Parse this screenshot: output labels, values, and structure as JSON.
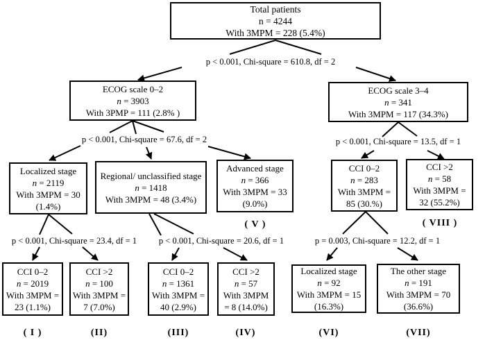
{
  "figure": {
    "type": "flowchart",
    "description": "Patient stratification decision tree with chi-square splits"
  },
  "symbols": {
    "n": "n"
  },
  "boxes": {
    "total": {
      "title": "Total patients",
      "n_line": "n = 4244",
      "with_text": "With 3MPM = 228 (5.4%)"
    },
    "ecog02": {
      "title": "ECOG scale 0–2",
      "n_value": "= 3903",
      "with_text": "With 3PMP = 111 (2.8% )"
    },
    "ecog34": {
      "title": "ECOG scale 3–4",
      "n_value": "= 341",
      "with_text": "With 3MPM = 117 (34.3%)"
    },
    "localized": {
      "title": "Localized stage",
      "n_value": "= 2119",
      "with_text": "With 3MPM = 30 (1.4%)"
    },
    "regional": {
      "title": "Regional/ unclassified stage",
      "n_value": "= 1418",
      "with_text": "With 3MPM = 48 (3.4%)"
    },
    "advanced": {
      "title": "Advanced stage",
      "n_value": "= 366",
      "with_text": "With 3MPM = 33 (9.0%)",
      "label": "( V )"
    },
    "cci02_right": {
      "title": "CCI 0–2",
      "n_value": "= 283",
      "with_text": "With 3MPM = 85 (30.%)"
    },
    "cci2_right": {
      "title": "CCI >2",
      "n_value": "= 58",
      "with_text": "With 3MPM = 32 (55.2%)",
      "label": "( VIII )"
    },
    "group1": {
      "title": "CCI 0–2",
      "n_value": "= 2019",
      "with_text": "With 3MPM = 23 (1.1%)",
      "label": "( I )"
    },
    "group2": {
      "title": "CCI >2",
      "n_value": "= 100",
      "with_text": "With 3MPM = 7 (7.0%)",
      "label": "(II)"
    },
    "group3": {
      "title": "CCI 0–2",
      "n_value": "= 1361",
      "with_text": "With 3MPM = 40 (2.9%)",
      "label": "(III)"
    },
    "group4": {
      "title": "CCI >2",
      "n_value": "= 57",
      "with_text": "With 3MPM = 8 (14.0%)",
      "label": "(IV)"
    },
    "group6": {
      "title": "Localized stage",
      "n_value": "= 92",
      "with_text": "With 3MPM = 15 (16.3%)",
      "label": "(VI)"
    },
    "group7": {
      "title": "The other stage",
      "n_value": "= 191",
      "with_text": "With 3MPM = 70 (36.6%)",
      "label": "(VII)"
    }
  },
  "stats": {
    "split1": "p < 0.001, Chi-square = 610.8, df = 2",
    "split2": "p < 0.001, Chi-square = 67.6, df = 2",
    "split3": "p < 0.001, Chi-square = 13.5, df = 1",
    "split4": "p < 0.001, Chi-square = 23.4, df = 1",
    "split5": "p < 0.001, Chi-square = 20.6, df = 1",
    "split6": "p = 0.003, Chi-square = 12.2, df = 1"
  },
  "colors": {
    "line": "#000000",
    "text": "#000000",
    "background": "#ffffff"
  }
}
